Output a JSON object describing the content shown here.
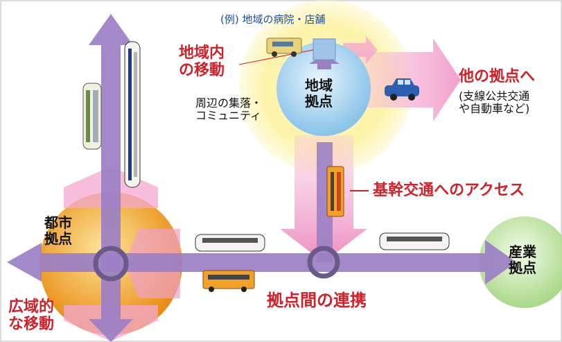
{
  "example_label": "(例) 地域の病院・店舗",
  "intra_region_move": [
    "地域内",
    "の移動"
  ],
  "regional_hub": [
    "地域",
    "拠点"
  ],
  "surrounding": [
    "周辺の集落・",
    "コミュニティ"
  ],
  "to_other_hubs": "他の拠点へ",
  "to_other_sub": [
    "(支線公共交通",
    "や自動車など)"
  ],
  "trunk_access": "基幹交通へのアクセス",
  "urban_hub": [
    "都市",
    "拠点"
  ],
  "industrial_hub": [
    "産業",
    "拠点"
  ],
  "wide_area_move": [
    "広域的",
    "な移動"
  ],
  "hub_link": "拠点間の連携",
  "colors": {
    "arrow_purple": "#9b7fc4",
    "arrow_pink": "#f0a8cc",
    "region_glow": "#fdf6b0",
    "region_ball": "#b6d9f2",
    "urban_ball": "#f2a524",
    "industrial_ball": "#c8e6b0",
    "label_red": "#d0202a"
  },
  "icons": [
    "car-icon",
    "bus-icon",
    "train-icon",
    "tram-icon",
    "building-icon"
  ]
}
